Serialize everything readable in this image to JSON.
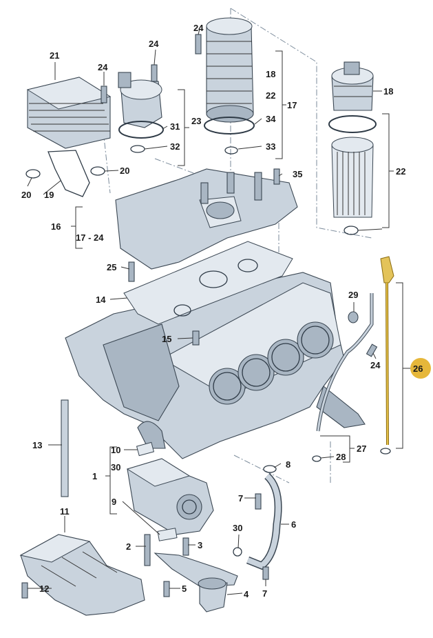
{
  "labels": {
    "l1": "1",
    "l2": "2",
    "l3": "3",
    "l4": "4",
    "l5": "5",
    "l6": "6",
    "l7a": "7",
    "l7b": "7",
    "l8": "8",
    "l9": "9",
    "l10": "10",
    "l11": "11",
    "l12": "12",
    "l13": "13",
    "l14": "14",
    "l15": "15",
    "l16": "16",
    "l16sub": "17 - 24",
    "l17": "17",
    "l18a": "18",
    "l18b": "18",
    "l19": "19",
    "l20a": "20",
    "l20b": "20",
    "l21": "21",
    "l22a": "22",
    "l22b": "22",
    "l23": "23",
    "l24a": "24",
    "l24b": "24",
    "l24c": "24",
    "l24d": "24",
    "l25": "25",
    "l26": "26",
    "l27": "27",
    "l28": "28",
    "l29": "29",
    "l30a": "30",
    "l30b": "30",
    "l31": "31",
    "l32": "32",
    "l33": "33",
    "l34": "34",
    "l35": "35"
  },
  "highlight": {
    "part": "26",
    "color": "#e6b73a"
  },
  "colors": {
    "part_fill": "#c9d3dd",
    "outline": "#3a4652",
    "dipstick": "#d9b23a"
  }
}
